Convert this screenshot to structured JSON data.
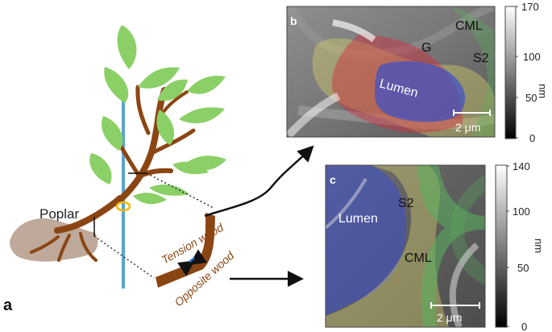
{
  "panels": {
    "a": {
      "label": "a",
      "tree_label": "Poplar",
      "tension_wood_label": "Tension wood",
      "opposite_wood_label": "Opposite wood"
    },
    "b": {
      "label": "b",
      "regions": {
        "cml": "CML",
        "s2": "S2",
        "g": "G",
        "lumen": "Lumen"
      },
      "scale_bar": "2 μm",
      "colorbar": {
        "unit": "nm",
        "ticks": [
          "170",
          "100",
          "50",
          "0"
        ]
      }
    },
    "c": {
      "label": "c",
      "regions": {
        "lumen": "Lumen",
        "s2": "S2",
        "cml": "CML"
      },
      "scale_bar": "2 μm",
      "colorbar": {
        "unit": "nm",
        "ticks": [
          "140",
          "100",
          "50",
          "0"
        ]
      }
    }
  },
  "colors": {
    "stem": "#8b4513",
    "leaf": "#8bd067",
    "axis_line": "#5ba3d0",
    "marker": "#f2b705",
    "soil": "#b7a08f",
    "lumen_overlay": "#3f50c7",
    "g_overlay": "#d22c3f",
    "s2_overlay": "#d8cf68",
    "cml_overlay": "#59b35d",
    "arrow_black": "#111111",
    "arrow_blue": "#2e78cf"
  }
}
